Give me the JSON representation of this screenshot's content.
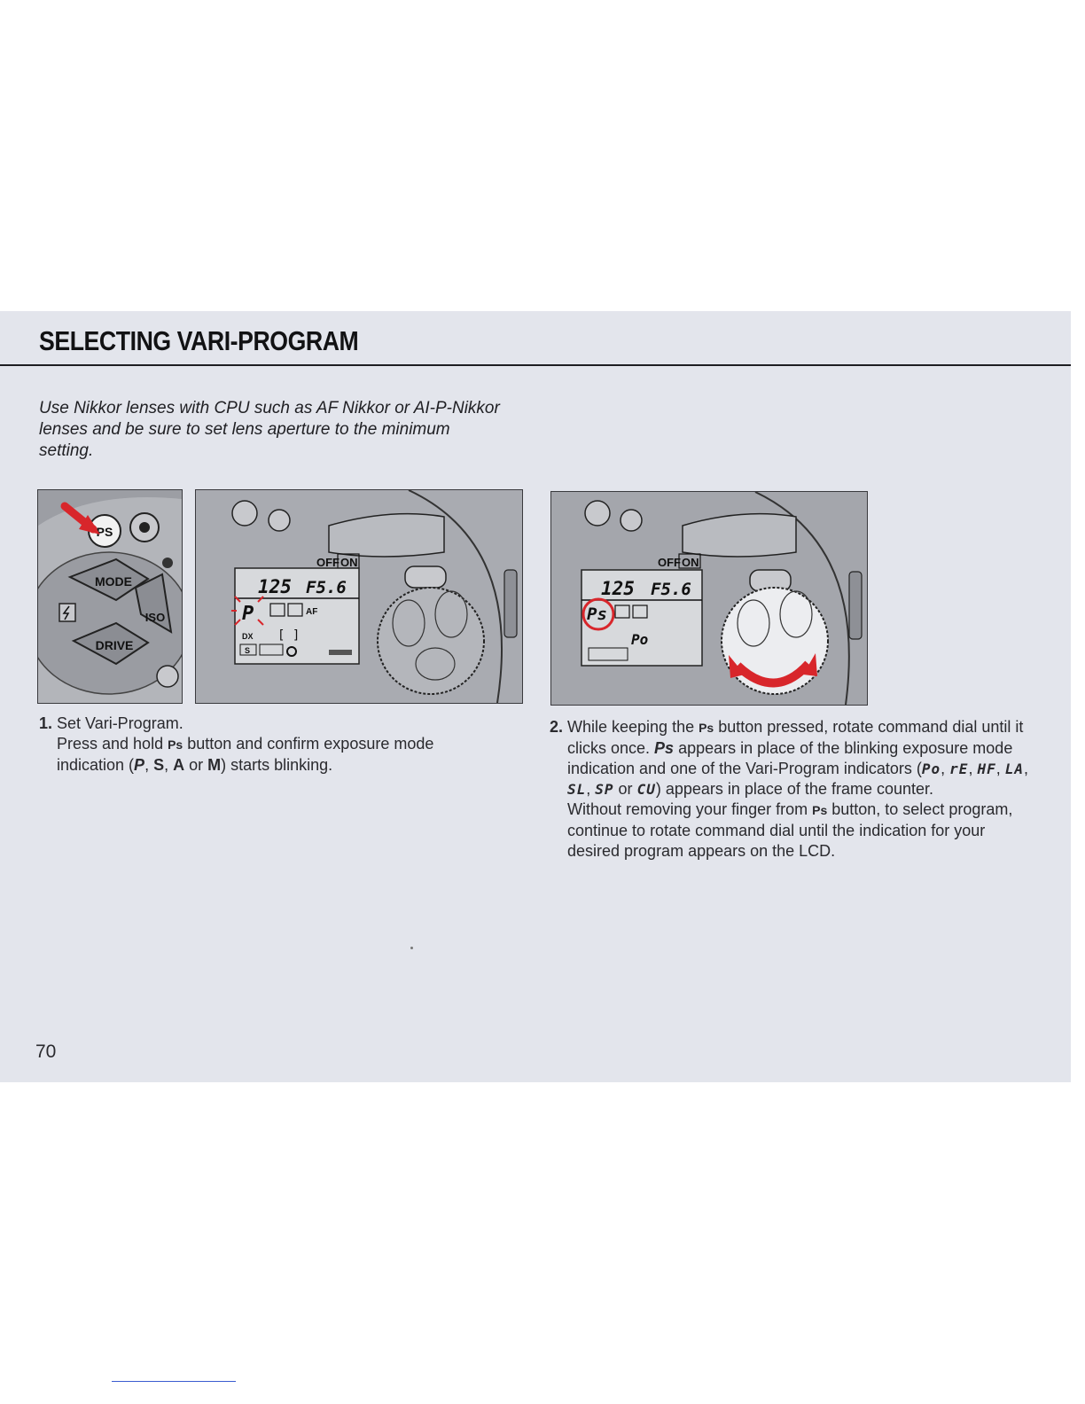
{
  "page": {
    "title": "SELECTING VARI-PROGRAM",
    "intro": "Use Nikkor lenses with CPU such as AF Nikkor or AI-P-Nikkor lenses and be sure to set lens aperture to the minimum setting.",
    "page_number": "70"
  },
  "figures": {
    "buttons": {
      "ps_label": "PS",
      "mode_label": "MODE",
      "iso_label": "ISO",
      "drive_label": "DRIVE"
    },
    "lcd1": {
      "off_label": "OFF",
      "on_label": "ON",
      "shutter": "125",
      "aperture": "F5.6",
      "mode": "P",
      "af_label": "AF",
      "frame": "[ ]",
      "dx_label": "DX",
      "s_label": "S"
    },
    "lcd2": {
      "off_label": "OFF",
      "on_label": "ON",
      "shutter": "125",
      "aperture": "F5.6",
      "mode": "Ps",
      "program": "Po"
    }
  },
  "steps": [
    {
      "number": "1.",
      "heading": "Set Vari-Program.",
      "t1": "Press and hold ",
      "ps": "Ps",
      "t2": " button and confirm exposure mode indication (",
      "m1": "P",
      "c1": ", ",
      "m2": "S",
      "c2": ", ",
      "m3": "A",
      "c3": " or ",
      "m4": "M",
      "t3": ") starts blinking."
    },
    {
      "number": "2.",
      "t1": "While keeping the ",
      "ps": "Ps",
      "t2": " button pressed, rotate command dial until it clicks once. ",
      "ps_italic": "Ps",
      "t3": " appears in place of the blinking exposure mode indication and one of the Vari-Program indicators (",
      "g1": "Po",
      "s1": ", ",
      "g2": "rE",
      "s2": ", ",
      "g3": "HF",
      "s3": ", ",
      "g4": "LA",
      "s4": ", ",
      "g5": "SL",
      "s5": ", ",
      "g6": "SP",
      "s6": " or ",
      "g7": "CU",
      "t4": ") appears in place of the frame counter.",
      "t5": "Without removing your finger from ",
      "ps2": "Ps",
      "t6": " button, to select program, continue to rotate command dial until the indication for your desired program appears on the LCD."
    }
  ],
  "colors": {
    "panel": "#e3e5ec",
    "highlight_red": "#d8262b",
    "lcd_background": "#d7d9dc"
  }
}
